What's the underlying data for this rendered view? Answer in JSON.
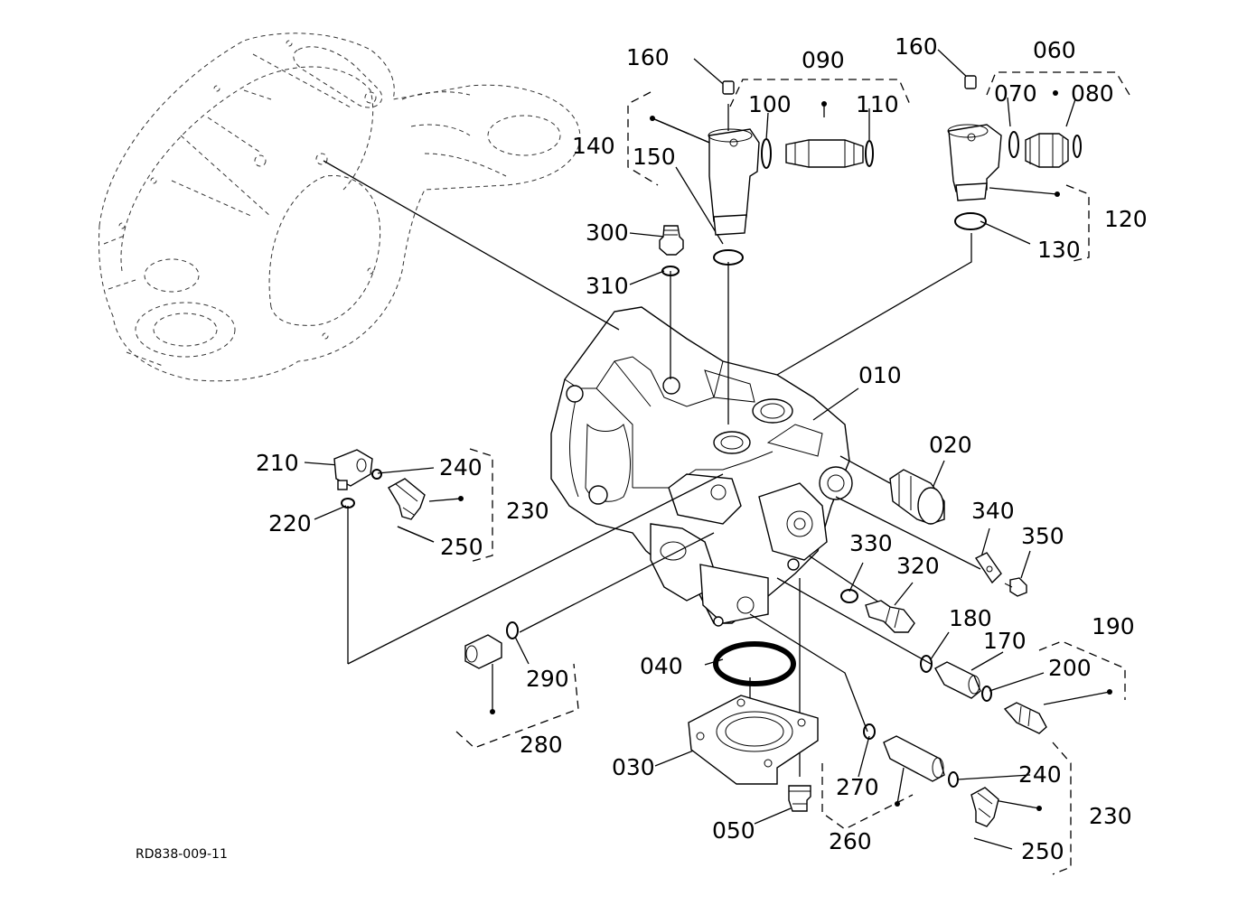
{
  "diagram": {
    "drawing_code": "RD838-009-11",
    "callouts": [
      {
        "id": "c010",
        "text": "010"
      },
      {
        "id": "c020",
        "text": "020"
      },
      {
        "id": "c030",
        "text": "030"
      },
      {
        "id": "c040",
        "text": "040"
      },
      {
        "id": "c050",
        "text": "050"
      },
      {
        "id": "c060",
        "text": "060"
      },
      {
        "id": "c070",
        "text": "070"
      },
      {
        "id": "c080",
        "text": "080"
      },
      {
        "id": "c090",
        "text": "090"
      },
      {
        "id": "c100",
        "text": "100"
      },
      {
        "id": "c110",
        "text": "110"
      },
      {
        "id": "c120",
        "text": "120"
      },
      {
        "id": "c130",
        "text": "130"
      },
      {
        "id": "c140",
        "text": "140"
      },
      {
        "id": "c150",
        "text": "150"
      },
      {
        "id": "c160a",
        "text": "160"
      },
      {
        "id": "c160b",
        "text": "160"
      },
      {
        "id": "c170",
        "text": "170"
      },
      {
        "id": "c180",
        "text": "180"
      },
      {
        "id": "c190",
        "text": "190"
      },
      {
        "id": "c200",
        "text": "200"
      },
      {
        "id": "c210",
        "text": "210"
      },
      {
        "id": "c220",
        "text": "220"
      },
      {
        "id": "c230a",
        "text": "230"
      },
      {
        "id": "c230b",
        "text": "230"
      },
      {
        "id": "c240a",
        "text": "240"
      },
      {
        "id": "c240b",
        "text": "240"
      },
      {
        "id": "c250a",
        "text": "250"
      },
      {
        "id": "c250b",
        "text": "250"
      },
      {
        "id": "c260",
        "text": "260"
      },
      {
        "id": "c270",
        "text": "270"
      },
      {
        "id": "c280",
        "text": "280"
      },
      {
        "id": "c290",
        "text": "290"
      },
      {
        "id": "c300",
        "text": "300"
      },
      {
        "id": "c310",
        "text": "310"
      },
      {
        "id": "c320",
        "text": "320"
      },
      {
        "id": "c330",
        "text": "330"
      },
      {
        "id": "c340",
        "text": "340"
      },
      {
        "id": "c350",
        "text": "350"
      }
    ]
  }
}
